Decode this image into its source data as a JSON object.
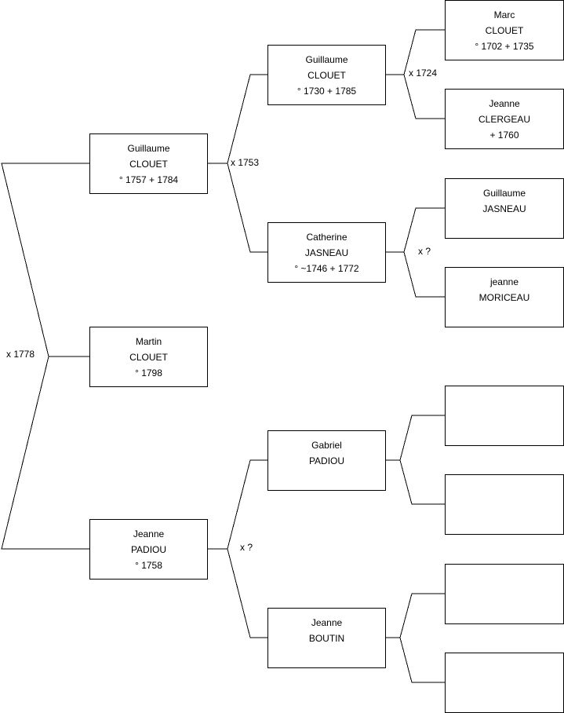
{
  "persons": {
    "martin": {
      "given": "Martin",
      "surname": "CLOUET",
      "dates": "° 1798"
    },
    "guillaume_1757": {
      "given": "Guillaume",
      "surname": "CLOUET",
      "dates": "° 1757 + 1784"
    },
    "jeanne_padiou": {
      "given": "Jeanne",
      "surname": "PADIOU",
      "dates": "° 1758"
    },
    "guillaume_1730": {
      "given": "Guillaume",
      "surname": "CLOUET",
      "dates": "° 1730 + 1785"
    },
    "catherine_jasneau": {
      "given": "Catherine",
      "surname": "JASNEAU",
      "dates": "° ~1746 + 1772"
    },
    "gabriel_padiou": {
      "given": "Gabriel",
      "surname": "PADIOU"
    },
    "jeanne_boutin": {
      "given": "Jeanne",
      "surname": "BOUTIN"
    },
    "marc_clouet": {
      "given": "Marc",
      "surname": "CLOUET",
      "dates": "° 1702 + 1735"
    },
    "jeanne_clergeau": {
      "given": "Jeanne",
      "surname": "CLERGEAU",
      "dates": "+ 1760"
    },
    "guillaume_jasneau": {
      "given": "Guillaume",
      "surname": "JASNEAU"
    },
    "jeanne_moriceau": {
      "given": "jeanne",
      "surname": "MORICEAU"
    }
  },
  "marriages": {
    "m1778": "x 1778",
    "m1753": "x 1753",
    "m_padiou": "x ?",
    "m1724": "x 1724",
    "m_jasneau": "x ?"
  }
}
